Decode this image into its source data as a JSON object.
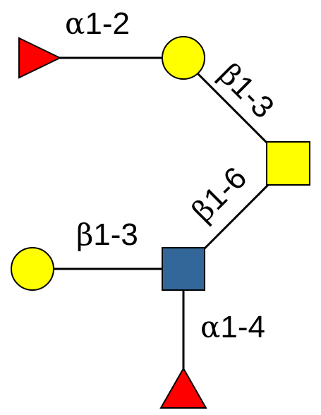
{
  "colors": {
    "fucose": "#ff0000",
    "galactose": "#ffff00",
    "glcnac": "#336699",
    "stroke": "#000000",
    "background": "#ffffff"
  },
  "nodes": [
    {
      "id": "fuc-top",
      "type": "fucose",
      "shape": "triangle"
    },
    {
      "id": "gal-top",
      "type": "galactose",
      "shape": "circle"
    },
    {
      "id": "gal-square",
      "type": "galactose",
      "shape": "square"
    },
    {
      "id": "glcnac",
      "type": "glcnac",
      "shape": "square"
    },
    {
      "id": "gal-left",
      "type": "galactose",
      "shape": "circle"
    },
    {
      "id": "fuc-bottom",
      "type": "fucose",
      "shape": "triangle"
    }
  ],
  "links": [
    {
      "from": "fuc-top",
      "to": "gal-top",
      "greek": "α",
      "position": "1-2"
    },
    {
      "from": "gal-top",
      "to": "gal-square",
      "greek": "β",
      "position": "1-3"
    },
    {
      "from": "gal-square",
      "to": "glcnac",
      "greek": "β",
      "position": "1-6"
    },
    {
      "from": "gal-left",
      "to": "glcnac",
      "greek": "β",
      "position": "1-3"
    },
    {
      "from": "fuc-bottom",
      "to": "glcnac",
      "greek": "α",
      "position": "1-4"
    }
  ]
}
